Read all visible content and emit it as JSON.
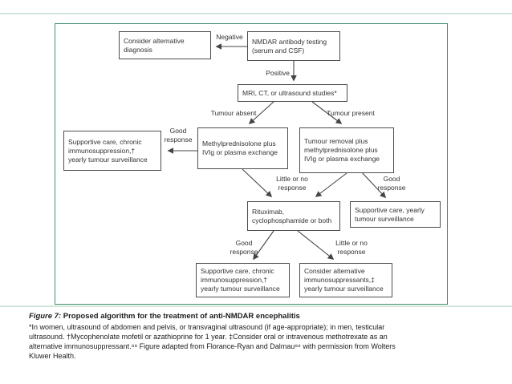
{
  "colors": {
    "frame_border": "#3f8e6b",
    "accent_rule": "#d3e6db",
    "box_border": "#4d4d4d",
    "text": "#333333"
  },
  "flowchart": {
    "nodes": {
      "consider_diagnosis": "Consider alternative\ndiagnosis",
      "nmdar_testing": "NMDAR antibody testing\n(serum and CSF)",
      "imaging": "MRI, CT, or ultrasound studies*",
      "methylpred": "Methylprednisolone plus\nIVIg or plasma exchange",
      "tumour_removal": "Tumour removal plus\nmethylprednisolone plus\nIVIg or plasma exchange",
      "supportive_chronic_left": "Supportive care, chronic\nimmunosuppression,†\nyearly tumour surveillance",
      "rituximab": "Rituximab,\ncyclophosphamide or both",
      "supportive_yearly": "Supportive care, yearly\ntumour surveillance",
      "supportive_chronic_bottom": "Supportive care, chronic\nimmunosuppression,†\nyearly tumour surveillance",
      "consider_immunosuppressants": "Consider alternative\nimmunosuppressants,‡\nyearly tumour surveillance"
    },
    "edge_labels": {
      "negative": "Negative",
      "positive": "Positive",
      "tumour_absent": "Tumour absent",
      "tumour_present": "Tumour present",
      "good_response_1": "Good\nresponse",
      "little_no_response_1": "Little or no\nresponse",
      "good_response_2": "Good\nresponse",
      "good_response_3": "Good\nresponse",
      "little_no_response_2": "Little or no\nresponse"
    }
  },
  "caption": {
    "figure_label": "Figure 7:",
    "title": "Proposed algorithm for the treatment of anti-NMDAR encephalitis",
    "note": "*In women, ultrasound of abdomen and pelvis, or transvaginal ultrasound (if age-appropriate); in men, testicular\nultrasound. †Mycophenolate mofetil or azathioprine for 1 year. ‡Consider oral or intravenous methotrexate as an\nalternative immunosuppressant.⁸⁸ Figure adapted from Florance-Ryan and Dalmau⁸⁸ with permission from Wolters\nKluwer Health."
  }
}
